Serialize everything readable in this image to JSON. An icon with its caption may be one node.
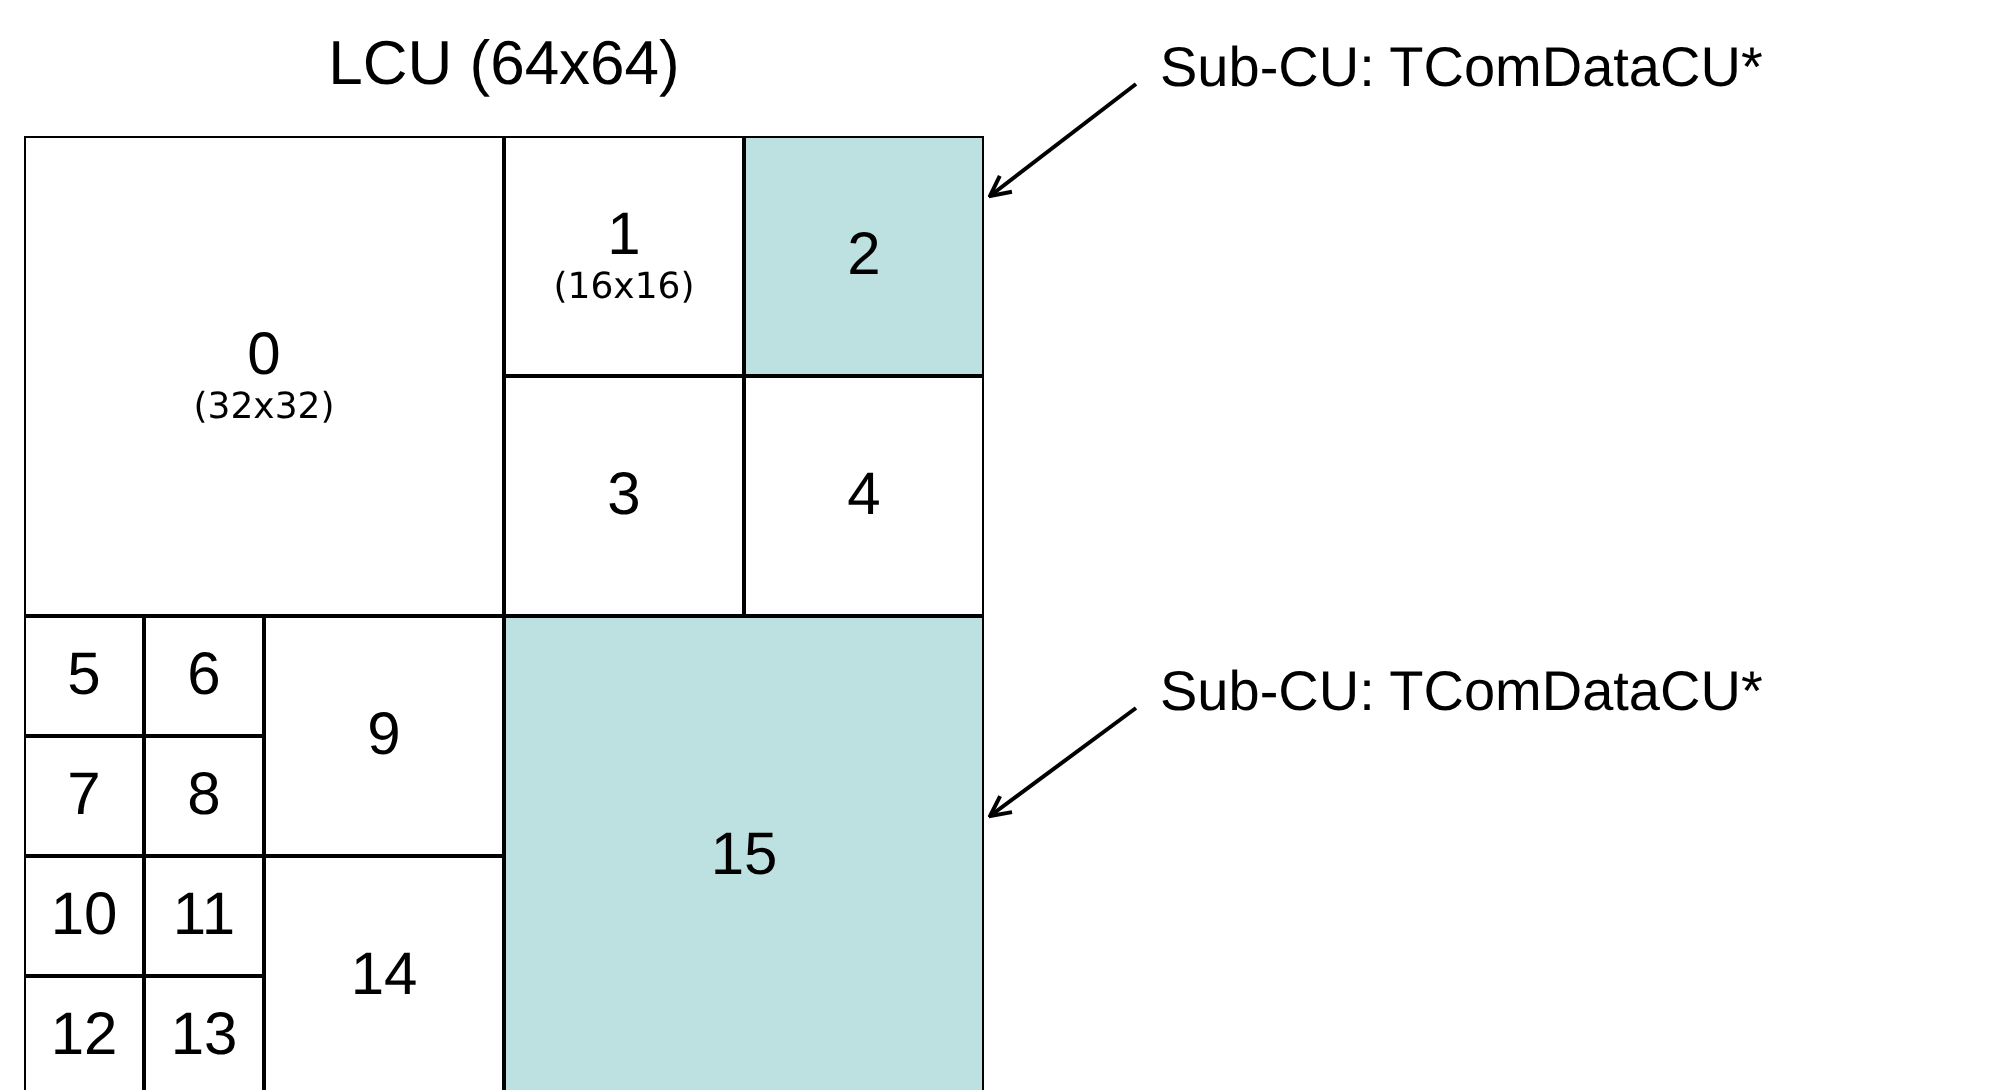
{
  "diagram": {
    "nodes": [
      {
        "text": [
          "LCU (64x64)"
        ]
      },
      {
        "text": [
          "0",
          "(32x32)"
        ],
        "in": 0
      },
      {
        "text": [
          "1",
          "(16x16)"
        ],
        "in": 0
      },
      {
        "text": [
          "2"
        ],
        "in": 0
      },
      {
        "text": [
          "3"
        ],
        "in": 0
      },
      {
        "text": [
          "4"
        ],
        "in": 0
      },
      {
        "text": [
          "5"
        ],
        "in": 0
      },
      {
        "text": [
          "6"
        ],
        "in": 0
      },
      {
        "text": [
          "7"
        ],
        "in": 0
      },
      {
        "text": [
          "8"
        ],
        "in": 0
      },
      {
        "text": [
          "9"
        ],
        "in": 0
      },
      {
        "text": [
          "10"
        ],
        "in": 0
      },
      {
        "text": [
          "11"
        ],
        "in": 0
      },
      {
        "text": [
          "12"
        ],
        "in": 0
      },
      {
        "text": [
          "13"
        ],
        "in": 0
      },
      {
        "text": [
          "14"
        ],
        "in": 0
      },
      {
        "text": [
          "15"
        ],
        "in": 0
      },
      {
        "text": [
          "Sub-CU: TComDataCU*"
        ]
      },
      {
        "text": [
          "Sub-CU: TComDataCU*"
        ]
      }
    ],
    "edges": [
      {
        "from": 17,
        "to": 3,
        "arrow": "to"
      },
      {
        "from": 18,
        "to": 16,
        "arrow": "to"
      }
    ]
  }
}
